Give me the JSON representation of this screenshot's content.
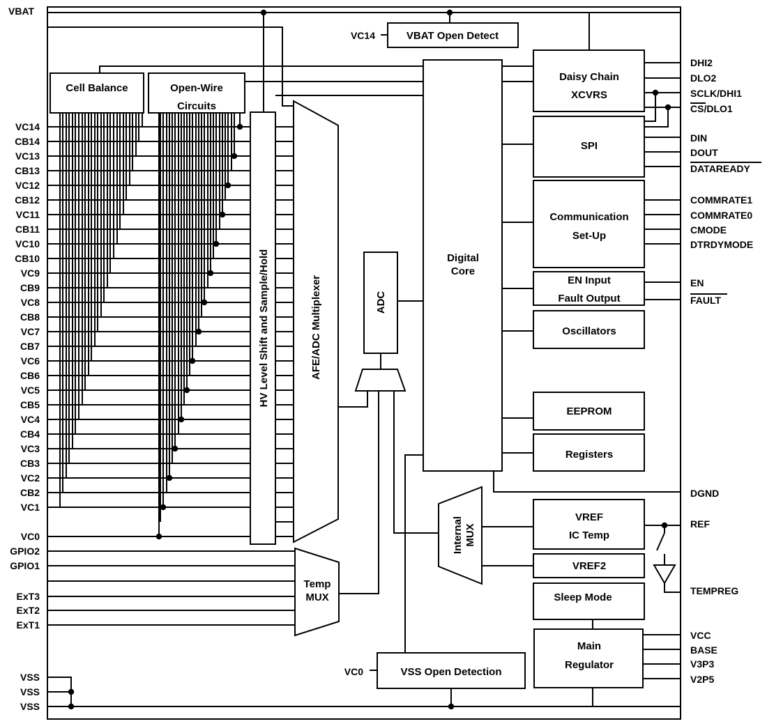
{
  "left_pins": {
    "vbat": "VBAT",
    "vc": [
      "VC14",
      "VC13",
      "VC12",
      "VC11",
      "VC10",
      "VC9",
      "VC8",
      "VC7",
      "VC6",
      "VC5",
      "VC4",
      "VC3",
      "VC2",
      "VC1"
    ],
    "cb": [
      "CB14",
      "CB13",
      "CB12",
      "CB11",
      "CB10",
      "CB9",
      "CB8",
      "CB7",
      "CB6",
      "CB5",
      "CB4",
      "CB3",
      "CB2"
    ],
    "vc0": "VC0",
    "gpio2": "GPIO2",
    "gpio1": "GPIO1",
    "ext3": "ExT3",
    "ext2": "ExT2",
    "ext1": "ExT1",
    "vss": [
      "VSS",
      "VSS",
      "VSS"
    ]
  },
  "right_pins": {
    "dhi2": "DHI2",
    "dlo2": "DLO2",
    "sclk": "SCLK/DHI1",
    "cs": "CS/DLO1",
    "din": "DIN",
    "dout": "DOUT",
    "dataready": "DATAREADY",
    "commrate1": "COMMRATE1",
    "commrate0": "COMMRATE0",
    "cmode": "CMODE",
    "dtrdymode": "DTRDYMODE",
    "en": "EN",
    "fault": "FAULT",
    "dgnd": "DGND",
    "ref": "REF",
    "tempreg": "TEMPREG",
    "vcc": "VCC",
    "base": "BASE",
    "v3p3": "V3P3",
    "v2p5": "V2P5"
  },
  "inner_labels": {
    "vc14": "VC14",
    "vc0": "VC0"
  },
  "blocks": {
    "cell_balance": "Cell Balance",
    "open_wire": [
      "Open-Wire",
      "Circuits"
    ],
    "hv_level": "HV Level Shift and Sample/Hold",
    "afe_mux": "AFE/ADC Multiplexer",
    "adc": "ADC",
    "temp_mux": [
      "Temp",
      "MUX"
    ],
    "vbat_open": "VBAT Open Detect",
    "digital_core": [
      "Digital",
      "Core"
    ],
    "daisy_chain": [
      "Daisy Chain",
      "XCVRS"
    ],
    "spi": "SPI",
    "comm_setup": [
      "Communication",
      "Set-Up"
    ],
    "en_fault": [
      "EN Input",
      "Fault Output"
    ],
    "oscillators": "Oscillators",
    "eeprom": "EEPROM",
    "registers": "Registers",
    "internal_mux": [
      "Internal",
      "MUX"
    ],
    "vref": [
      "VREF",
      "IC Temp"
    ],
    "vref2": "VREF2",
    "sleep": "Sleep Mode",
    "main_reg": [
      "Main",
      "Regulator"
    ],
    "vss_open": "VSS Open Detection"
  }
}
